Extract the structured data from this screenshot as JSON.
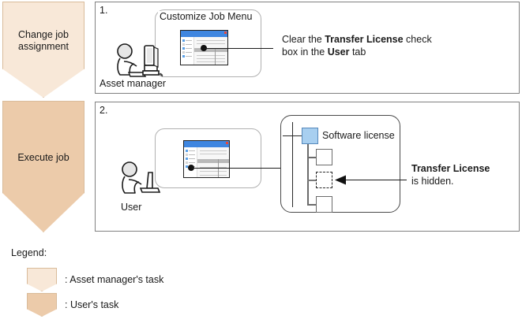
{
  "phases": [
    {
      "id": "change-job-assignment",
      "label": "Change job assignment",
      "color": "#F8E8D8"
    },
    {
      "id": "execute-job",
      "label": "Execute job",
      "color": "#ECCBAA"
    }
  ],
  "steps": [
    {
      "number": "1.",
      "actor_label": "Asset manager",
      "callout_box_title": "Customize Job Menu",
      "instruction": {
        "line1_pre": "Clear the ",
        "line1_bold": "Transfer License",
        "line1_post": " check",
        "line2_pre": "box in the ",
        "line2_bold": "User",
        "line2_post": " tab"
      }
    },
    {
      "number": "2.",
      "actor_label": "User",
      "tree_root_label": "Software license",
      "annotation": {
        "bold": "Transfer License",
        "rest": "is hidden."
      }
    }
  ],
  "legend": {
    "title": "Legend:",
    "items": [
      {
        "swatch_color": "#F8E8D8",
        "label": ": Asset manager's task"
      },
      {
        "swatch_color": "#ECCBAA",
        "label": ": User's task"
      }
    ]
  }
}
